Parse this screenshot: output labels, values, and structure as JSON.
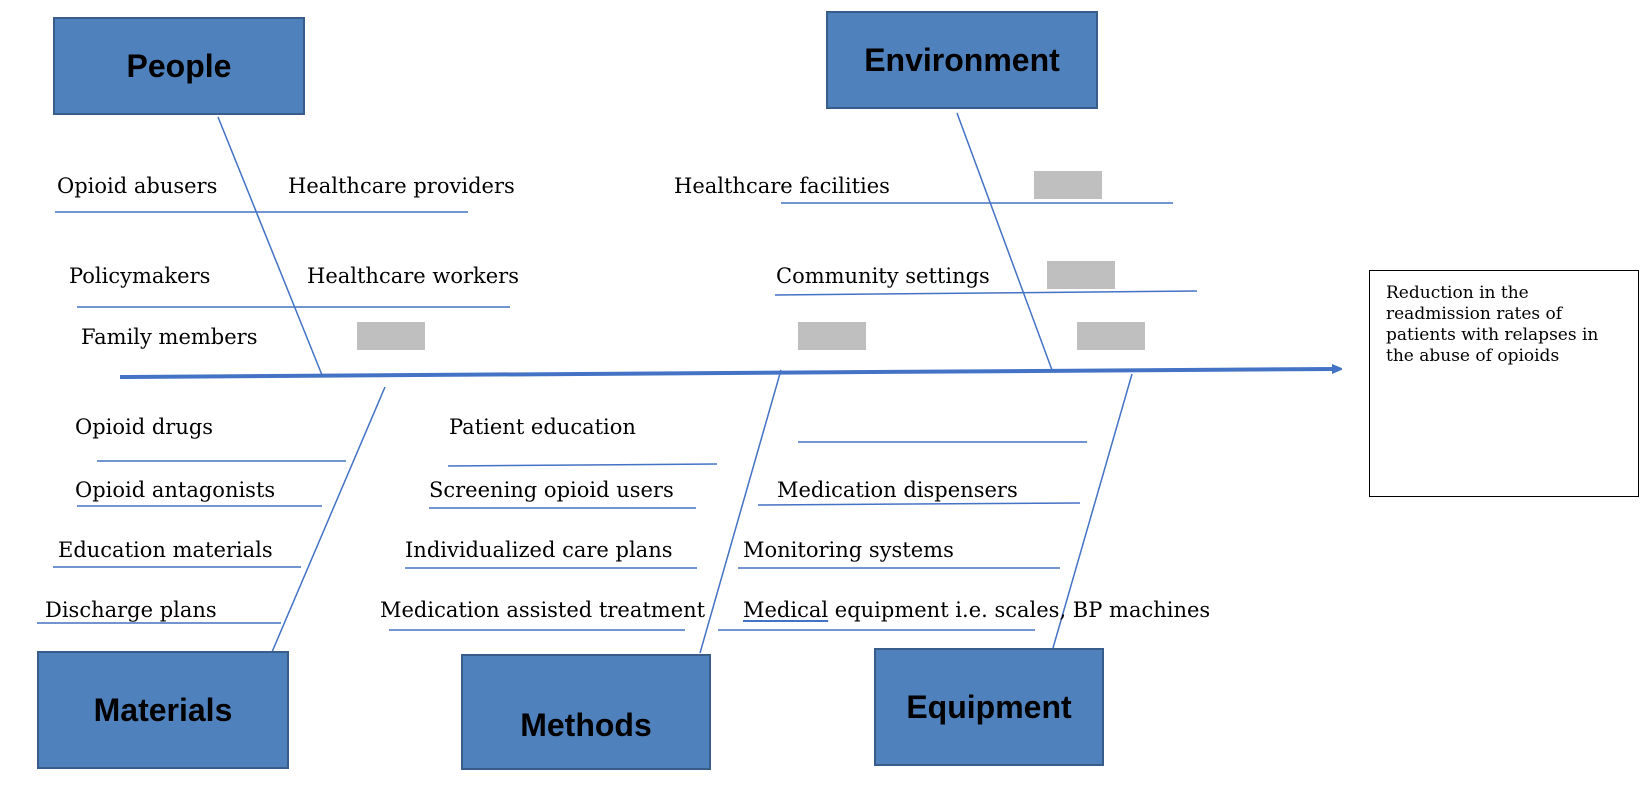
{
  "categories": {
    "people": "People",
    "environment": "Environment",
    "materials": "Materials",
    "methods": "Methods",
    "equipment": "Equipment"
  },
  "people_causes": [
    "Opioid abusers",
    "Healthcare providers",
    "Policymakers",
    "Healthcare workers",
    "Family members"
  ],
  "environment_causes": [
    "Healthcare facilities",
    "Community settings"
  ],
  "materials_causes": [
    "Opioid drugs",
    "Opioid antagonists",
    "Education materials",
    "Discharge plans"
  ],
  "methods_causes": [
    "Patient education",
    "Screening opioid users",
    "Individualized care plans",
    "Medication assisted treatment"
  ],
  "equipment_causes": {
    "dispensers": "Medication dispensers",
    "monitoring": "Monitoring systems",
    "medical_word": "Medical",
    "medical_rest": " equipment i.e. scales, BP machines"
  },
  "effect": "Reduction in the readmission rates of patients with relapses in the abuse of opioids",
  "colors": {
    "box_fill": "#4f81bd",
    "box_border": "#385d8a",
    "line": "#4472c4",
    "placeholder": "#bfbfbf"
  }
}
